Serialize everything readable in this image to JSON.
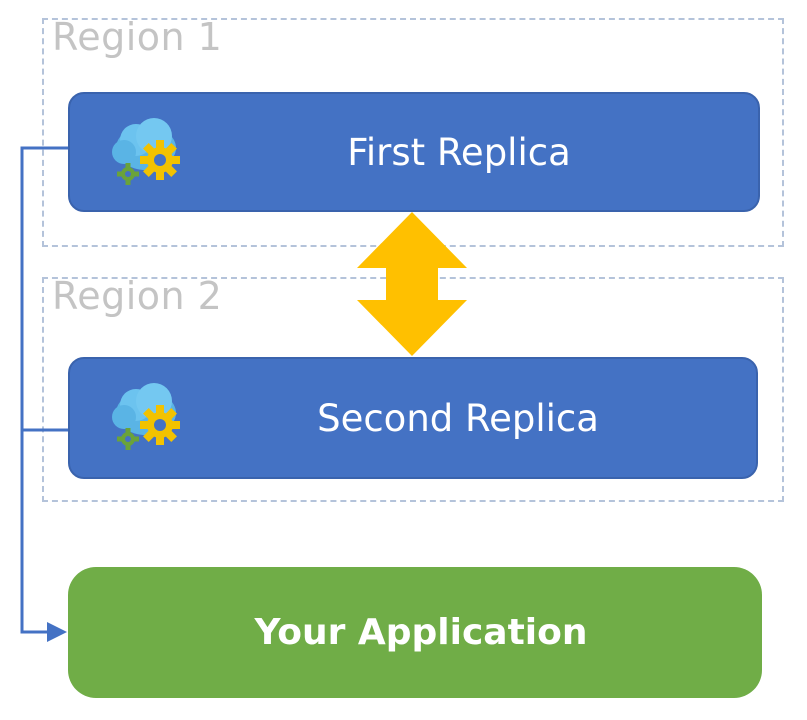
{
  "regions": [
    {
      "label": "Region 1"
    },
    {
      "label": "Region 2"
    }
  ],
  "replicas": [
    {
      "label": "First Replica",
      "icon": "cloud-gear-icon"
    },
    {
      "label": "Second Replica",
      "icon": "cloud-gear-icon"
    }
  ],
  "application": {
    "label": "Your Application"
  },
  "colors": {
    "replica": "#4472c4",
    "application": "#70ad47",
    "sync_arrow": "#ffc000",
    "connector": "#4472c4",
    "region_border": "#b4c3da",
    "region_label": "#c4c4c4"
  }
}
